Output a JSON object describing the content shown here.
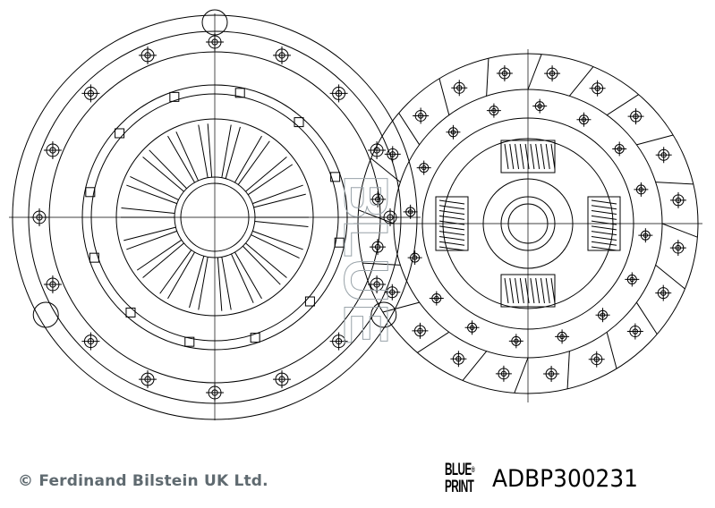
{
  "footer": {
    "copyright": "© Ferdinand Bilstein UK Ltd.",
    "logo_line1": "BLUE",
    "logo_line2": "PRINT",
    "logo_reg": "®",
    "part_number": "ADBP300231"
  },
  "watermark": {
    "line1": "BLUE",
    "line2": "PRINT"
  },
  "colors": {
    "line": "#000000",
    "footer_text": "#5f6a70",
    "watermark": "#9aa4aa"
  }
}
